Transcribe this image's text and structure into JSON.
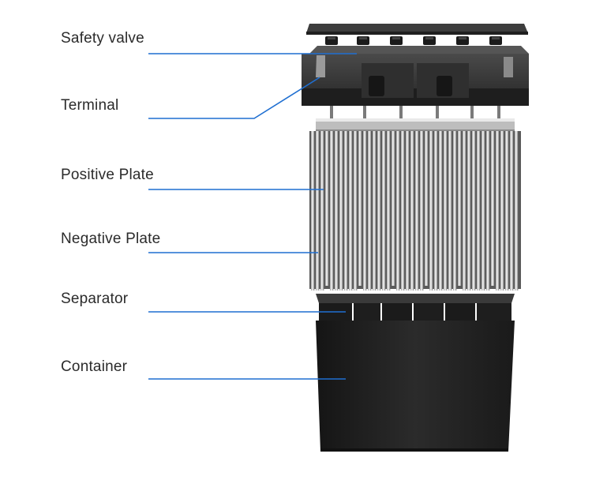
{
  "labels": {
    "safety_valve": "Safety valve",
    "terminal": "Terminal",
    "positive_plate": "Positive Plate",
    "negative_plate": "Negative Plate",
    "separator": "Separator",
    "container": "Container"
  },
  "colors": {
    "leader_line": "#1f6fd1",
    "casing": "#262626",
    "plate": "#e6e6e6"
  }
}
